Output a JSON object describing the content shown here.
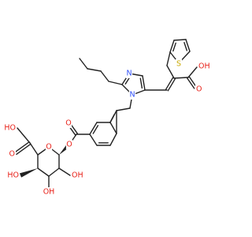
{
  "structure": {
    "colors": {
      "bond": "#222222",
      "oxygen": "#e8221a",
      "nitrogen": "#3050f8",
      "sulfur": "#c8a800",
      "background": "#ffffff"
    },
    "atom_labels": [
      {
        "id": "S_thiophene",
        "text": "S",
        "element": "S"
      },
      {
        "id": "OH_acid_top",
        "text": "OH",
        "element": "O"
      },
      {
        "id": "O_acid_top_carbonyl",
        "text": "O",
        "element": "O"
      },
      {
        "id": "N_imidazole_ring",
        "text": "N",
        "element": "N"
      },
      {
        "id": "N_imidazole_substituted",
        "text": "N",
        "element": "N"
      },
      {
        "id": "O_ester_carbonyl",
        "text": "O",
        "element": "O"
      },
      {
        "id": "O_ester_link",
        "text": "O",
        "element": "O"
      },
      {
        "id": "HO_sugar_acid",
        "text": "HO",
        "element": "O"
      },
      {
        "id": "O_sugar_acid_carbonyl",
        "text": "O",
        "element": "O"
      },
      {
        "id": "O_pyranose_ring",
        "text": "O",
        "element": "O"
      },
      {
        "id": "OH_c2",
        "text": "OH",
        "element": "O"
      },
      {
        "id": "HO_c4",
        "text": "HO",
        "element": "O"
      },
      {
        "id": "OH_c3",
        "text": "OH",
        "element": "O"
      }
    ]
  }
}
